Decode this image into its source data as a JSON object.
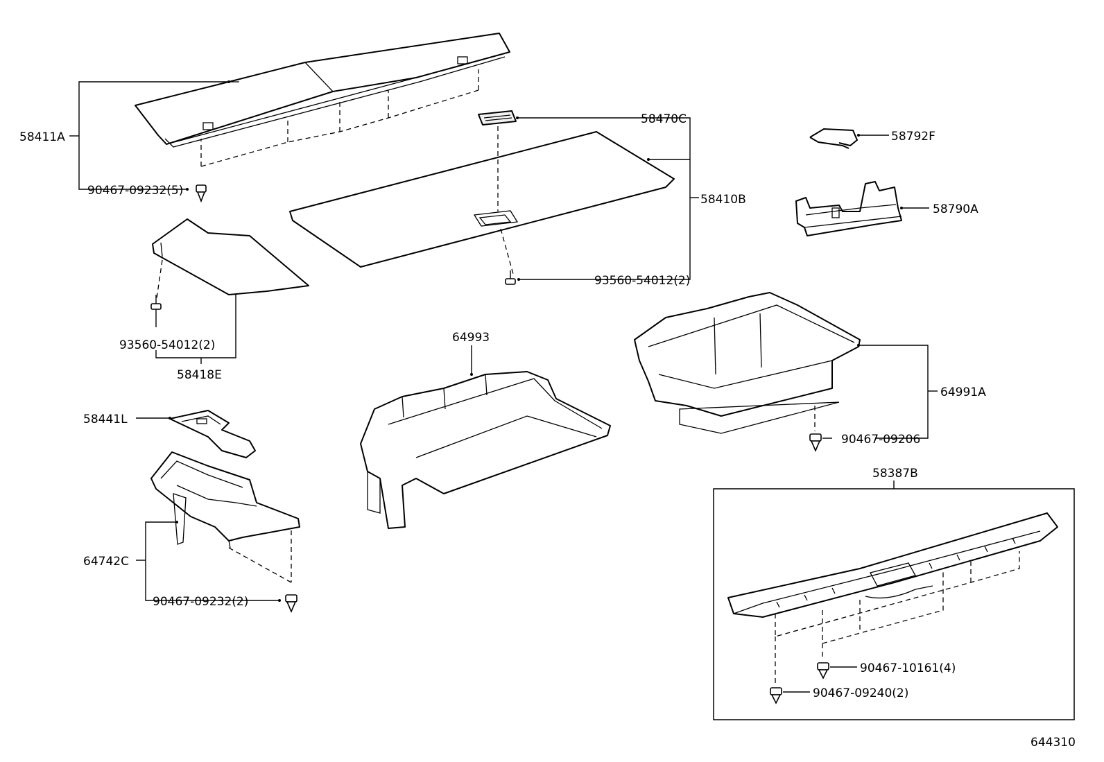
{
  "diagram": {
    "labels": {
      "p58411A": "58411A",
      "p90467_09232_5": "90467-09232(5)",
      "p58470C": "58470C",
      "p58792F": "58792F",
      "p58410B": "58410B",
      "p58790A": "58790A",
      "p93560_54012_2_center": "93560-54012(2)",
      "p93560_54012_2_left": "93560-54012(2)",
      "p58418E": "58418E",
      "p64993": "64993",
      "p64991A": "64991A",
      "p90467_09206": "90467-09206",
      "p58441L": "58441L",
      "p58387B": "58387B",
      "p64742C": "64742C",
      "p90467_09232_2": "90467-09232(2)",
      "p90467_10161_4": "90467-10161(4)",
      "p90467_09240_2": "90467-09240(2)"
    },
    "figure_code": "644310"
  }
}
